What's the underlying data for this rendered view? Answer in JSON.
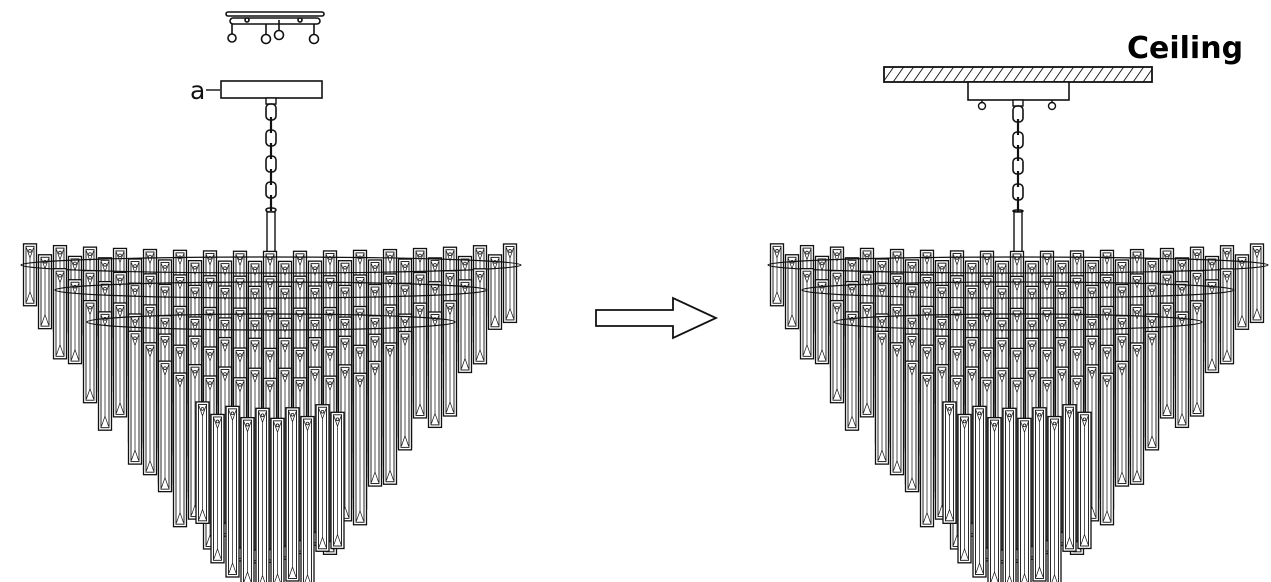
{
  "labels": {
    "part_a": "a",
    "ceiling": "Ceiling"
  },
  "colors": {
    "line": "#111111",
    "background": "#ffffff",
    "crystal_fill": "#ffffff"
  },
  "steps": [
    {
      "name": "before-mounting",
      "parts": [
        "screws-and-nuts",
        "canopy",
        "chain",
        "chandelier"
      ]
    },
    {
      "name": "after-mounting",
      "parts": [
        "ceiling",
        "canopy",
        "screws",
        "chain",
        "chandelier"
      ]
    }
  ],
  "icons": [
    "arrow-right-icon",
    "screw-icon",
    "chain-link-icon",
    "crystal-prism-icon"
  ],
  "chandelier": {
    "tiers": 4
  }
}
